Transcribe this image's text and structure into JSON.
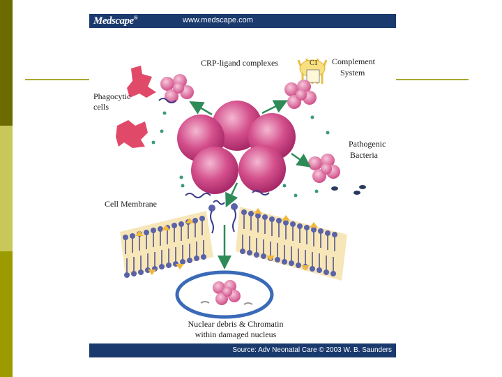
{
  "header": {
    "logo": "Medscape",
    "logo_mark": "®",
    "url": "www.medscape.com"
  },
  "labels": {
    "crp": "CRP-ligand complexes",
    "complement_1": "Complement",
    "complement_2": "System",
    "c1": "C1",
    "phago_1": "Phagocytic",
    "phago_2": "cells",
    "patho_1": "Pathogenic",
    "patho_2": "Bacteria",
    "membrane": "Cell Membrane",
    "nuclear_1": "Nuclear debris & Chromatin",
    "nuclear_2": "within damaged nucleus"
  },
  "footer": {
    "source": "Source: Adv Neonatal Care © 2003 W. B. Saunders"
  },
  "colors": {
    "sidebar_dark": "#6b6b00",
    "sidebar_light": "#c8c85a",
    "sidebar_mid": "#9b9b00",
    "rule": "#a8a832",
    "bar": "#1a3a6e",
    "arrow": "#2e8b57",
    "crp": "#d0508a",
    "lipid_head": "#5a62a8",
    "membrane_fill": "#f0b840"
  }
}
